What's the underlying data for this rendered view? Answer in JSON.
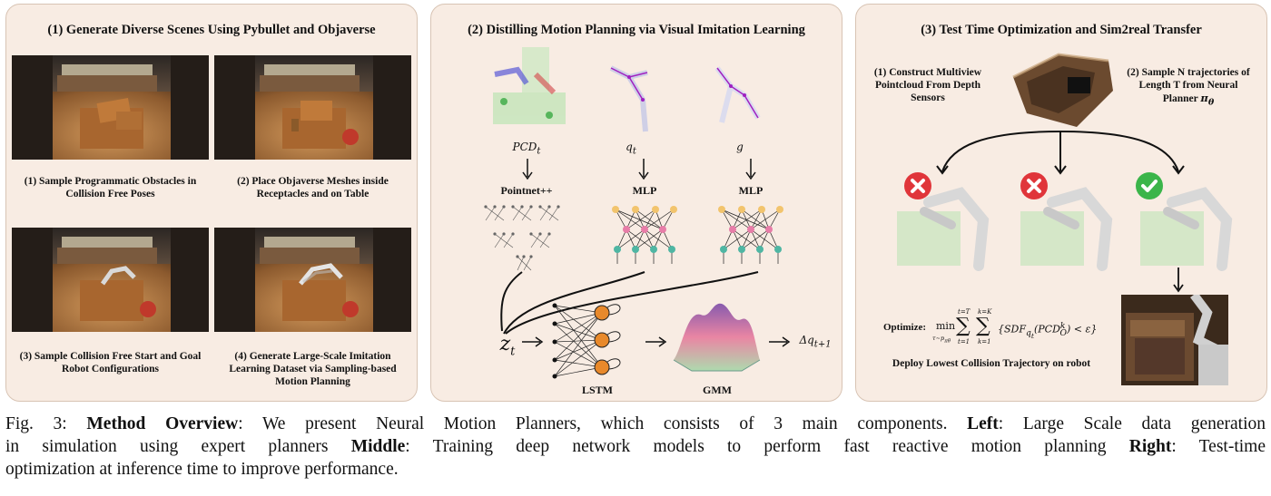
{
  "panels": {
    "p1": {
      "title": "(1) Generate Diverse Scenes Using Pybullet and Objaverse",
      "steps": [
        "(1) Sample Programmatic Obstacles in Collision Free Poses",
        "(2) Place Objaverse Meshes inside Receptacles and on Table",
        "(3) Sample Collision Free Start and Goal Robot Configurations",
        "(4) Generate Large-Scale Imitation Learning Dataset via Sampling-based Motion Planning"
      ]
    },
    "p2": {
      "title": "(2) Distilling Motion Planning via Visual Imitation Learning",
      "inputs": [
        "PCD_t",
        "q_t",
        "g"
      ],
      "encoders": [
        "Pointnet++",
        "MLP",
        "MLP"
      ],
      "z_label": "z_t",
      "lstm_label": "LSTM",
      "gmm_label": "GMM",
      "output_label": "Δq_{t+1}"
    },
    "p3": {
      "title": "(3) Test Time Optimization and Sim2real Transfer",
      "step1": "(1) Construct Multiview Pointcloud From Depth Sensors",
      "step2": "(2) Sample N trajectories of Length T from Neural Planner π_θ",
      "optimize_label": "Optimize:",
      "optimize_formula": "min Σ_{t=1}^{t=T} Σ_{k=1}^{k=K} {SDF_{q_t}(PCD_O^k) < ε}",
      "deploy_label": "Deploy Lowest Collision Trajectory on robot",
      "status_icons": [
        "x-icon",
        "x-icon",
        "check-icon"
      ]
    }
  },
  "caption": {
    "prefix": "Fig. 3:",
    "heading": "Method Overview",
    "intro": ": We present Neural Motion Planners, which consists of 3 main components.",
    "left_label": "Left",
    "left_text": ": Large Scale data generation in simulation using expert planners",
    "middle_label": "Middle",
    "middle_text": ": Training deep network models to perform fast reactive motion planning",
    "right_label": "Right",
    "right_text": ": Test-time optimization at inference time to improve performance."
  },
  "colors": {
    "panel_bg": "#f8ece3",
    "panel_border": "#d8c4b4",
    "x_red": "#e0353a",
    "check_green": "#3bb54a",
    "lstm_orange": "#e8892b"
  }
}
